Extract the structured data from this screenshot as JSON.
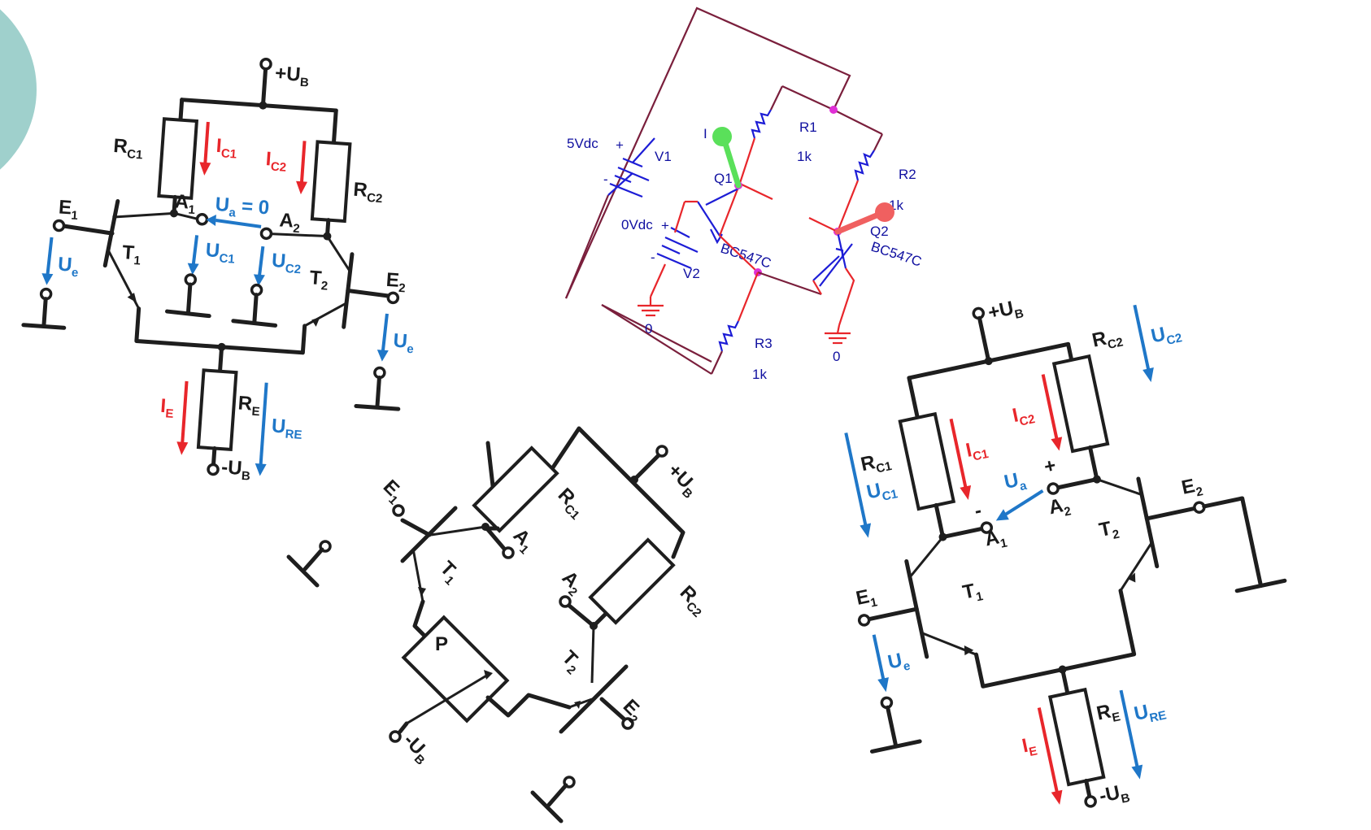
{
  "colors": {
    "wire": "#1e1e1e",
    "current_red": "#e8262b",
    "voltage_blue": "#1f77c8",
    "pspice_wire": "#7a1f3c",
    "pspice_part": "#1d1dd6",
    "pspice_text": "#1010a0",
    "probe_green": "#5ae05a",
    "probe_red": "#f06060",
    "accent_blob": "#9fd0cc"
  },
  "diagram_left": {
    "supply_pos": "+U",
    "supply_pos_sub": "B",
    "supply_neg": "-U",
    "supply_neg_sub": "B",
    "rc1": "R",
    "rc1_sub": "C1",
    "rc2": "R",
    "rc2_sub": "C2",
    "re": "R",
    "re_sub": "E",
    "ic1": "I",
    "ic1_sub": "C1",
    "ic2": "I",
    "ic2_sub": "C2",
    "ie": "I",
    "ie_sub": "E",
    "a1": "A",
    "a1_sub": "1",
    "a2": "A",
    "a2_sub": "2",
    "ua": "U",
    "ua_sub": "a",
    "ua_value": " = 0",
    "uc1": "U",
    "uc1_sub": "C1",
    "uc2": "U",
    "uc2_sub": "C2",
    "ure": "U",
    "ure_sub": "RE",
    "e1": "E",
    "e1_sub": "1",
    "e2": "E",
    "e2_sub": "2",
    "t1": "T",
    "t1_sub": "1",
    "t2": "T",
    "t2_sub": "2",
    "ue_left": "U",
    "ue_left_sub": "e",
    "ue_right": "U",
    "ue_right_sub": "e"
  },
  "diagram_pspice": {
    "v1_value": "5Vdc",
    "v1_name": "V1",
    "v2_value": "0Vdc",
    "v2_name": "V2",
    "r1_name": "R1",
    "r1_value": "1k",
    "r2_name": "R2",
    "r2_value": "1k",
    "r3_name": "R3",
    "r3_value": "1k",
    "q1_name": "Q1",
    "q1_model": "BC547C",
    "q2_name": "Q2",
    "q2_model": "BC547C",
    "ground1": "0",
    "ground2": "0",
    "probe_label": "I",
    "plus": "+",
    "minus": "-"
  },
  "diagram_bottom": {
    "supply_pos": "+U",
    "supply_pos_sub": "B",
    "supply_neg": "-U",
    "supply_neg_sub": "B",
    "rc1": "R",
    "rc1_sub": "C1",
    "rc2": "R",
    "rc2_sub": "C2",
    "e1": "E",
    "e1_sub": "1",
    "e2": "E",
    "e2_sub": "2",
    "a1": "A",
    "a1_sub": "1",
    "a2": "A",
    "a2_sub": "2",
    "t1": "T",
    "t1_sub": "1",
    "t2": "T",
    "t2_sub": "2",
    "p": "P"
  },
  "diagram_right": {
    "supply_pos": "+U",
    "supply_pos_sub": "B",
    "supply_neg": "-U",
    "supply_neg_sub": "B",
    "rc1": "R",
    "rc1_sub": "C1",
    "rc2": "R",
    "rc2_sub": "C2",
    "re": "R",
    "re_sub": "E",
    "ic1": "I",
    "ic1_sub": "C1",
    "ic2": "I",
    "ic2_sub": "C2",
    "ie": "I",
    "ie_sub": "E",
    "uc1": "U",
    "uc1_sub": "C1",
    "uc2": "U",
    "uc2_sub": "C2",
    "ure": "U",
    "ure_sub": "RE",
    "ua": "U",
    "ua_sub": "a",
    "plus": "+",
    "minus": "-",
    "a1": "A",
    "a1_sub": "1",
    "a2": "A",
    "a2_sub": "2",
    "e1": "E",
    "e1_sub": "1",
    "e2": "E",
    "e2_sub": "2",
    "t1": "T",
    "t1_sub": "1",
    "t2": "T",
    "t2_sub": "2",
    "ue": "U",
    "ue_sub": "e"
  }
}
